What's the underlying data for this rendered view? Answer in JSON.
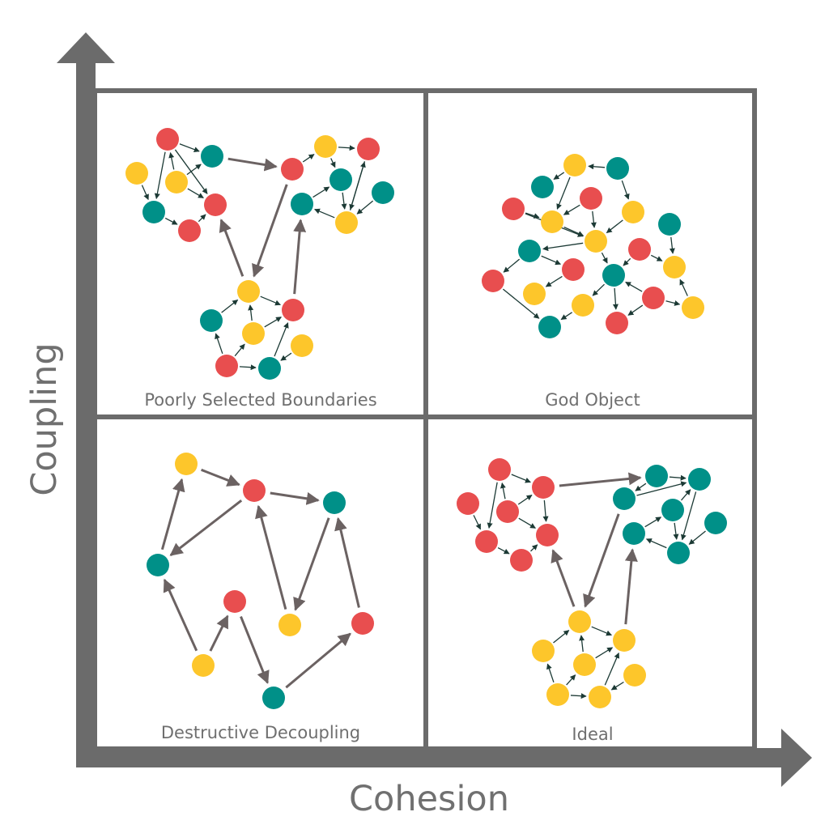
{
  "axes": {
    "x_label": "Cohesion",
    "y_label": "Coupling"
  },
  "colors": {
    "red": "#e84e4f",
    "teal": "#009088",
    "yellow": "#fdc62b",
    "frame": "#6b6b6b",
    "edge_small": "#1c3a35",
    "edge_big": "#6b6262"
  },
  "quadrants": [
    {
      "id": "tl",
      "label": "Poorly Selected Boundaries",
      "nodes": [
        [
          "r",
          207,
          172
        ],
        [
          "t",
          262,
          193
        ],
        [
          "y",
          169,
          214
        ],
        [
          "y",
          218,
          225
        ],
        [
          "t",
          190,
          262
        ],
        [
          "r",
          266,
          253
        ],
        [
          "r",
          234,
          285
        ],
        [
          "y",
          402,
          181
        ],
        [
          "r",
          455,
          184
        ],
        [
          "r",
          361,
          209
        ],
        [
          "t",
          421,
          222
        ],
        [
          "t",
          473,
          238
        ],
        [
          "t",
          373,
          252
        ],
        [
          "y",
          428,
          275
        ],
        [
          "y",
          307,
          360
        ],
        [
          "r",
          362,
          383
        ],
        [
          "t",
          261,
          396
        ],
        [
          "y",
          313,
          412
        ],
        [
          "y",
          373,
          427
        ],
        [
          "r",
          280,
          452
        ],
        [
          "t",
          333,
          455
        ]
      ],
      "edges": [
        [
          0,
          1,
          "s"
        ],
        [
          0,
          4,
          "s"
        ],
        [
          3,
          0,
          "s"
        ],
        [
          3,
          1,
          "s"
        ],
        [
          3,
          5,
          "s"
        ],
        [
          2,
          4,
          "s"
        ],
        [
          4,
          6,
          "s"
        ],
        [
          6,
          5,
          "s"
        ],
        [
          0,
          5,
          "s"
        ],
        [
          7,
          8,
          "s"
        ],
        [
          7,
          10,
          "s"
        ],
        [
          9,
          7,
          "s"
        ],
        [
          8,
          13,
          "s"
        ],
        [
          12,
          10,
          "s"
        ],
        [
          13,
          12,
          "s"
        ],
        [
          11,
          13,
          "s"
        ],
        [
          13,
          8,
          "s"
        ],
        [
          10,
          13,
          "s"
        ],
        [
          14,
          15,
          "s"
        ],
        [
          16,
          14,
          "s"
        ],
        [
          17,
          14,
          "s"
        ],
        [
          17,
          15,
          "s"
        ],
        [
          19,
          16,
          "s"
        ],
        [
          19,
          17,
          "s"
        ],
        [
          19,
          20,
          "s"
        ],
        [
          20,
          15,
          "s"
        ],
        [
          18,
          20,
          "s"
        ],
        [
          1,
          9,
          "b"
        ],
        [
          9,
          14,
          "b"
        ],
        [
          14,
          5,
          "b"
        ],
        [
          15,
          12,
          "b"
        ]
      ]
    },
    {
      "id": "tr",
      "label": "God Object",
      "nodes": [
        [
          "y",
          710,
          204
        ],
        [
          "t",
          763,
          208
        ],
        [
          "t",
          670,
          231
        ],
        [
          "r",
          730,
          245
        ],
        [
          "r",
          634,
          258
        ],
        [
          "y",
          682,
          274
        ],
        [
          "y",
          782,
          262
        ],
        [
          "t",
          827,
          277
        ],
        [
          "y",
          736,
          298
        ],
        [
          "t",
          654,
          310
        ],
        [
          "r",
          790,
          308
        ],
        [
          "r",
          708,
          333
        ],
        [
          "y",
          833,
          330
        ],
        [
          "r",
          609,
          347
        ],
        [
          "t",
          758,
          340
        ],
        [
          "y",
          660,
          363
        ],
        [
          "y",
          720,
          377
        ],
        [
          "r",
          807,
          368
        ],
        [
          "y",
          856,
          380
        ],
        [
          "t",
          679,
          404
        ],
        [
          "r",
          762,
          399
        ]
      ],
      "edges": [
        [
          0,
          2,
          "s"
        ],
        [
          1,
          0,
          "s"
        ],
        [
          0,
          5,
          "s"
        ],
        [
          3,
          5,
          "s"
        ],
        [
          4,
          5,
          "s"
        ],
        [
          3,
          8,
          "s"
        ],
        [
          1,
          6,
          "s"
        ],
        [
          5,
          8,
          "s"
        ],
        [
          6,
          8,
          "s"
        ],
        [
          8,
          9,
          "s"
        ],
        [
          9,
          13,
          "s"
        ],
        [
          9,
          11,
          "s"
        ],
        [
          8,
          14,
          "s"
        ],
        [
          10,
          14,
          "s"
        ],
        [
          7,
          12,
          "s"
        ],
        [
          10,
          12,
          "s"
        ],
        [
          14,
          16,
          "s"
        ],
        [
          11,
          15,
          "s"
        ],
        [
          13,
          19,
          "s"
        ],
        [
          16,
          19,
          "s"
        ],
        [
          14,
          20,
          "s"
        ],
        [
          17,
          14,
          "s"
        ],
        [
          17,
          20,
          "s"
        ],
        [
          18,
          12,
          "s"
        ],
        [
          17,
          18,
          "s"
        ],
        [
          4,
          8,
          "s"
        ]
      ]
    },
    {
      "id": "bl",
      "label": "Destructive Decoupling",
      "nodes": [
        [
          "y",
          230,
          573
        ],
        [
          "r",
          314,
          606
        ],
        [
          "t",
          413,
          621
        ],
        [
          "t",
          195,
          698
        ],
        [
          "r",
          290,
          743
        ],
        [
          "y",
          358,
          772
        ],
        [
          "r",
          448,
          770
        ],
        [
          "y",
          251,
          822
        ],
        [
          "t",
          338,
          862
        ]
      ],
      "edges": [
        [
          0,
          1,
          "b"
        ],
        [
          1,
          2,
          "b"
        ],
        [
          1,
          3,
          "b"
        ],
        [
          3,
          0,
          "b"
        ],
        [
          7,
          3,
          "b"
        ],
        [
          7,
          4,
          "b"
        ],
        [
          4,
          8,
          "b"
        ],
        [
          8,
          6,
          "b"
        ],
        [
          6,
          2,
          "b"
        ],
        [
          2,
          5,
          "b"
        ],
        [
          5,
          1,
          "b"
        ]
      ]
    },
    {
      "id": "br",
      "label": "Ideal",
      "nodes": [
        [
          "r",
          617,
          580
        ],
        [
          "r",
          671,
          602
        ],
        [
          "r",
          578,
          622
        ],
        [
          "r",
          627,
          632
        ],
        [
          "r",
          601,
          669
        ],
        [
          "r",
          676,
          661
        ],
        [
          "r",
          644,
          692
        ],
        [
          "t",
          811,
          588
        ],
        [
          "t",
          864,
          592
        ],
        [
          "t",
          771,
          616
        ],
        [
          "t",
          831,
          630
        ],
        [
          "t",
          884,
          646
        ],
        [
          "t",
          783,
          659
        ],
        [
          "t",
          838,
          683
        ],
        [
          "y",
          716,
          768
        ],
        [
          "y",
          771,
          791
        ],
        [
          "y",
          671,
          804
        ],
        [
          "y",
          722,
          821
        ],
        [
          "y",
          784,
          834
        ],
        [
          "y",
          689,
          858
        ],
        [
          "y",
          741,
          861
        ]
      ],
      "edges": [
        [
          0,
          1,
          "s"
        ],
        [
          0,
          4,
          "s"
        ],
        [
          3,
          0,
          "s"
        ],
        [
          3,
          1,
          "s"
        ],
        [
          3,
          5,
          "s"
        ],
        [
          2,
          4,
          "s"
        ],
        [
          4,
          6,
          "s"
        ],
        [
          6,
          5,
          "s"
        ],
        [
          1,
          5,
          "s"
        ],
        [
          7,
          8,
          "s"
        ],
        [
          7,
          9,
          "s"
        ],
        [
          9,
          8,
          "s"
        ],
        [
          8,
          13,
          "s"
        ],
        [
          12,
          10,
          "s"
        ],
        [
          13,
          12,
          "s"
        ],
        [
          11,
          13,
          "s"
        ],
        [
          10,
          8,
          "s"
        ],
        [
          10,
          13,
          "s"
        ],
        [
          14,
          15,
          "s"
        ],
        [
          16,
          14,
          "s"
        ],
        [
          17,
          14,
          "s"
        ],
        [
          17,
          15,
          "s"
        ],
        [
          19,
          16,
          "s"
        ],
        [
          19,
          17,
          "s"
        ],
        [
          19,
          20,
          "s"
        ],
        [
          20,
          15,
          "s"
        ],
        [
          18,
          20,
          "s"
        ],
        [
          1,
          7,
          "b"
        ],
        [
          9,
          14,
          "b"
        ],
        [
          14,
          5,
          "b"
        ],
        [
          15,
          12,
          "b"
        ]
      ]
    }
  ]
}
